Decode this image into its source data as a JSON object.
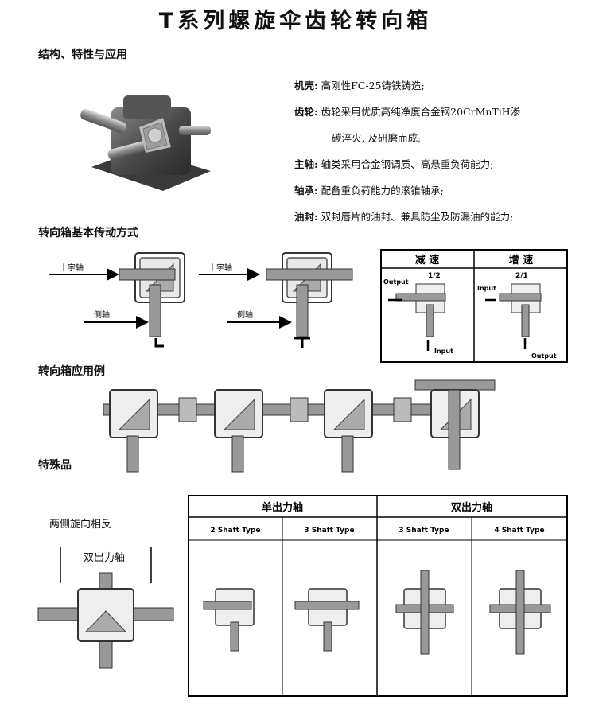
{
  "title": "T系列螺旋伞齿轮转向箱",
  "sections": {
    "structure": "结构、特性与应用",
    "drive_modes": "转向箱基本传动方式",
    "applications": "转向箱应用例",
    "special": "特殊品"
  },
  "specs": [
    {
      "key": "机壳:",
      "text": "高刚性FC-25铸铁铸造;"
    },
    {
      "key": "齿轮:",
      "text": "齿轮采用优质高纯净度合金钢20CrMnTiH渗"
    },
    {
      "key": "",
      "text": "碳淬火, 及研磨而成;"
    },
    {
      "key": "主轴:",
      "text": "轴类采用合金钢调质、高悬重负荷能力;"
    },
    {
      "key": "轴承:",
      "text": "配备重负荷能力的滚锥轴承;"
    },
    {
      "key": "油封:",
      "text": "双封唇片的油封、兼具防尘及防漏油的能力;"
    }
  ],
  "drive": {
    "cross_shaft": "十字轴",
    "side_shaft": "侧轴"
  },
  "ratio_table": {
    "reduce": "减 速",
    "increase": "增 速",
    "reduce_ratio": "1/2",
    "increase_ratio": "2/1",
    "output": "Output",
    "input": "Input"
  },
  "special": {
    "opposite": "两侧旋向相反",
    "dual_out": "双出力轴",
    "single_header": "单出力轴",
    "double_header": "双出力轴",
    "types": [
      "2 Shaft Type",
      "3 Shaft Type",
      "3 Shaft Type",
      "4 Shaft Type"
    ]
  }
}
